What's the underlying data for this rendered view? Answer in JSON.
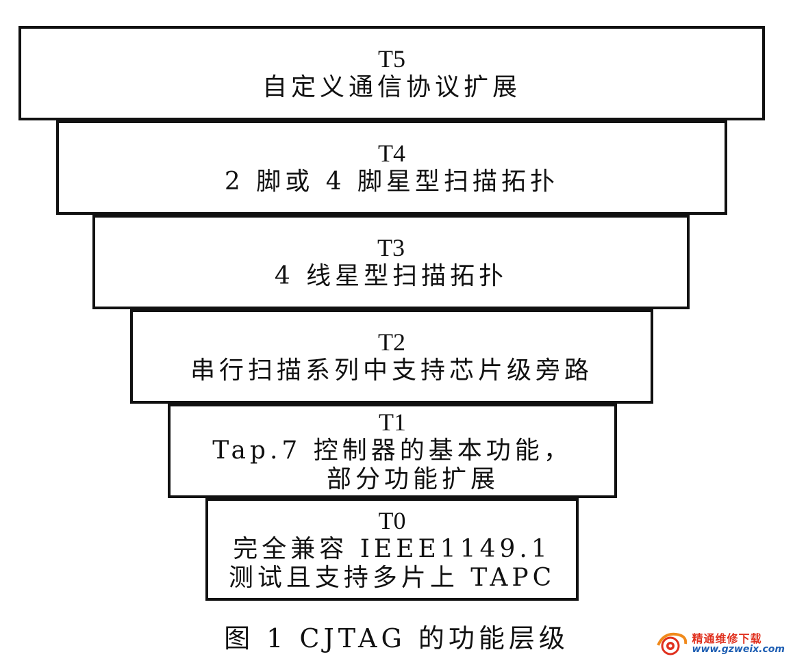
{
  "layers": [
    {
      "id": "T5",
      "lines": [
        "自定义通信协议扩展"
      ]
    },
    {
      "id": "T4",
      "lines": [
        "2 脚或 4 脚星型扫描拓扑"
      ]
    },
    {
      "id": "T3",
      "lines": [
        "4 线星型扫描拓扑"
      ]
    },
    {
      "id": "T2",
      "lines": [
        "串行扫描系列中支持芯片级旁路"
      ]
    },
    {
      "id": "T1",
      "lines": [
        "Tap.7 控制器的基本功能，",
        "部分功能扩展"
      ]
    },
    {
      "id": "T0",
      "lines": [
        "完全兼容 IEEE1149.1",
        "测试且支持多片上 TAPC"
      ]
    }
  ],
  "caption": "图 1 CJTAG 的功能层级",
  "watermark": {
    "name": "精通维修下载",
    "url": "www.gzweix.com"
  },
  "colors": {
    "border": "#111111",
    "watermark_red": "#e0301e",
    "watermark_blue": "#1f5fb3"
  }
}
